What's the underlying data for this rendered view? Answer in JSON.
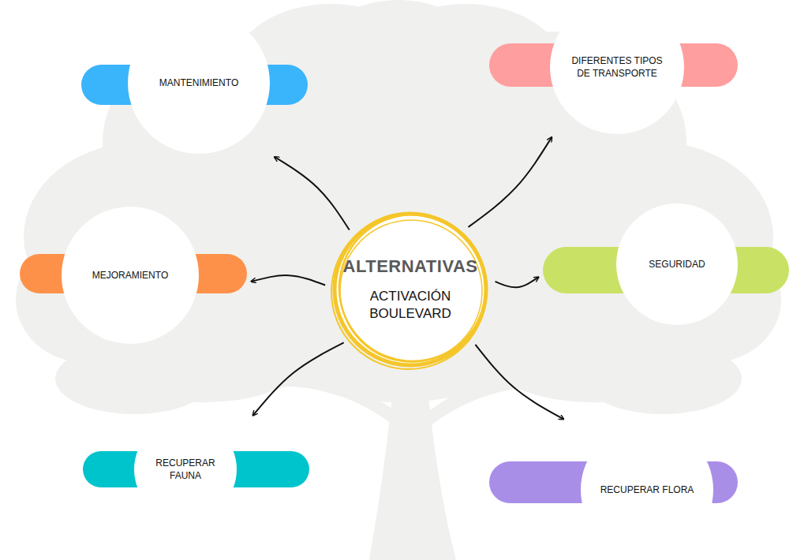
{
  "diagram": {
    "nodes": [
      {
        "text": [
          "ALTERNATIVAS",
          "ACTIVACIÓN BOULEVARD"
        ]
      },
      {
        "text": [
          "MANTENIMIENTO"
        ]
      },
      {
        "text": [
          "DIFERENTES TIPOS DE TRANSPORTE"
        ]
      },
      {
        "text": [
          "MEJORAMIENTO"
        ]
      },
      {
        "text": [
          "SEGURIDAD"
        ]
      },
      {
        "text": [
          "RECUPERAR FAUNA"
        ]
      },
      {
        "text": [
          "RECUPERAR FLORA"
        ]
      }
    ],
    "edges": [
      {
        "from": 0,
        "to": 1,
        "arrow": "to"
      },
      {
        "from": 0,
        "to": 2,
        "arrow": "to"
      },
      {
        "from": 0,
        "to": 3,
        "arrow": "to"
      },
      {
        "from": 0,
        "to": 4,
        "arrow": "to"
      },
      {
        "from": 0,
        "to": 5,
        "arrow": "to"
      },
      {
        "from": 0,
        "to": 6,
        "arrow": "to"
      }
    ]
  }
}
